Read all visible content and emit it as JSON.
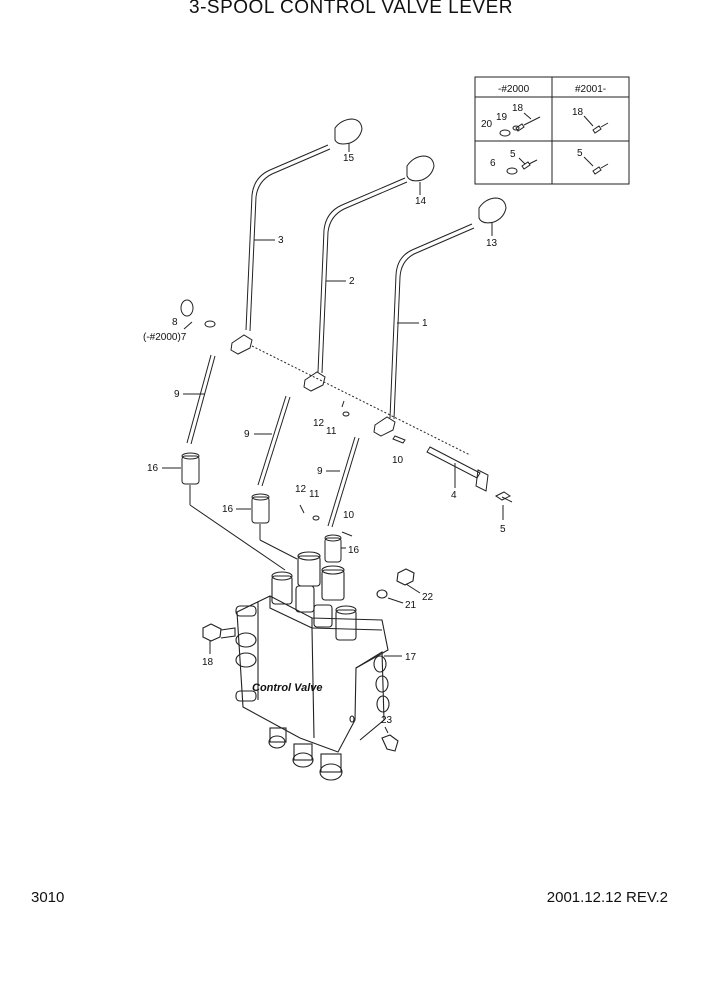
{
  "title": "3-SPOOL CONTROL VALVE LEVER",
  "page_number": "3010",
  "revision": "2001.12.12 REV.2",
  "table": {
    "headers": [
      "-#2000",
      "#2001-"
    ],
    "left_labels": [
      "19",
      "18",
      "20",
      "5",
      "6"
    ],
    "right_labels": [
      "18",
      "5"
    ]
  },
  "callouts": {
    "c15": "15",
    "c14": "14",
    "c13": "13",
    "c3": "3",
    "c2": "2",
    "c1": "1",
    "c8": "8",
    "c7": "(-#2000)7",
    "c9a": "9",
    "c9b": "9",
    "c9c": "9",
    "c12a": "12",
    "c11a": "11",
    "c10a": "10",
    "c4": "4",
    "c5": "5",
    "c16a": "16",
    "c16b": "16",
    "c12b": "12",
    "c11b": "11",
    "c10b": "10",
    "c16c": "16",
    "c22": "22",
    "c21": "21",
    "c17": "17",
    "c18": "18",
    "c23": "23"
  },
  "valve_label": "Control Valve"
}
